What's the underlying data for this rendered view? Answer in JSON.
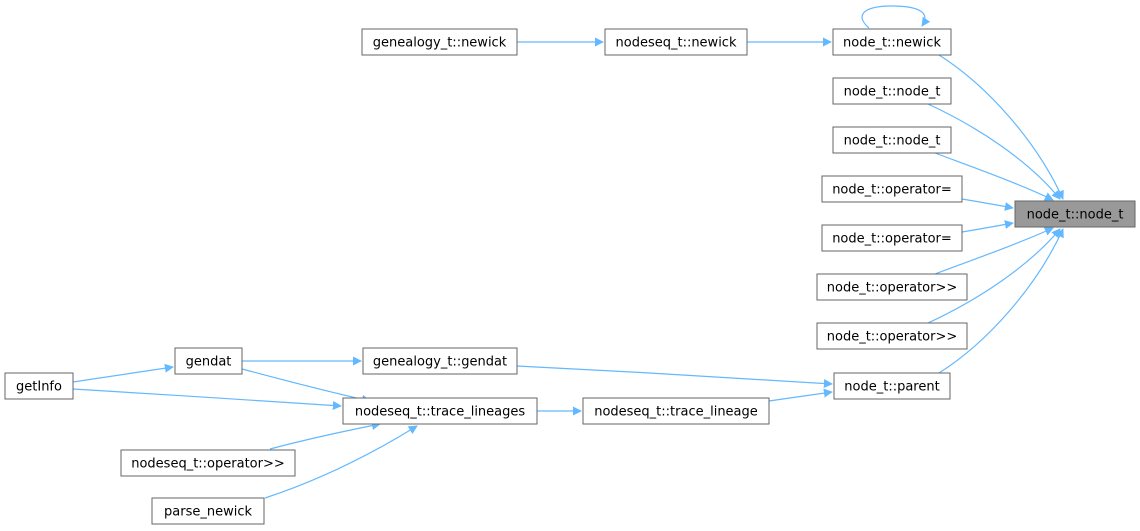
{
  "diagram": {
    "edge_color": "#63b8ff",
    "node_border_color": "#666666",
    "focus_fill_color": "#999999",
    "nodes": [
      {
        "id": "node_t_node_t_focus",
        "label": "node_t::node_t",
        "focus": true
      },
      {
        "id": "node_t_newick",
        "label": "node_t::newick"
      },
      {
        "id": "nodeseq_t_newick",
        "label": "nodeseq_t::newick"
      },
      {
        "id": "genealogy_t_newick",
        "label": "genealogy_t::newick"
      },
      {
        "id": "node_t_node_t_a",
        "label": "node_t::node_t"
      },
      {
        "id": "node_t_node_t_b",
        "label": "node_t::node_t"
      },
      {
        "id": "node_t_operator_eq_a",
        "label": "node_t::operator="
      },
      {
        "id": "node_t_operator_eq_b",
        "label": "node_t::operator="
      },
      {
        "id": "node_t_operator_shr_a",
        "label": "node_t::operator>>"
      },
      {
        "id": "node_t_operator_shr_b",
        "label": "node_t::operator>>"
      },
      {
        "id": "node_t_parent",
        "label": "node_t::parent"
      },
      {
        "id": "genealogy_t_gendat",
        "label": "genealogy_t::gendat"
      },
      {
        "id": "gendat",
        "label": "gendat"
      },
      {
        "id": "getInfo",
        "label": "getInfo"
      },
      {
        "id": "nodeseq_t_trace_lineages",
        "label": "nodeseq_t::trace_lineages"
      },
      {
        "id": "nodeseq_t_trace_lineage",
        "label": "nodeseq_t::trace_lineage"
      },
      {
        "id": "nodeseq_t_operator_shr",
        "label": "nodeseq_t::operator>>"
      },
      {
        "id": "parse_newick",
        "label": "parse_newick"
      }
    ],
    "edges": [
      {
        "from": "node_t_newick",
        "to": "node_t_node_t_focus"
      },
      {
        "from": "node_t_newick",
        "to": "node_t_newick"
      },
      {
        "from": "nodeseq_t_newick",
        "to": "node_t_newick"
      },
      {
        "from": "genealogy_t_newick",
        "to": "nodeseq_t_newick"
      },
      {
        "from": "node_t_node_t_a",
        "to": "node_t_node_t_focus"
      },
      {
        "from": "node_t_node_t_b",
        "to": "node_t_node_t_focus"
      },
      {
        "from": "node_t_operator_eq_a",
        "to": "node_t_node_t_focus"
      },
      {
        "from": "node_t_operator_eq_b",
        "to": "node_t_node_t_focus"
      },
      {
        "from": "node_t_operator_shr_a",
        "to": "node_t_node_t_focus"
      },
      {
        "from": "node_t_operator_shr_b",
        "to": "node_t_node_t_focus"
      },
      {
        "from": "node_t_parent",
        "to": "node_t_node_t_focus"
      },
      {
        "from": "genealogy_t_gendat",
        "to": "node_t_parent"
      },
      {
        "from": "gendat",
        "to": "genealogy_t_gendat"
      },
      {
        "from": "getInfo",
        "to": "gendat"
      },
      {
        "from": "gendat",
        "to": "nodeseq_t_trace_lineages"
      },
      {
        "from": "getInfo",
        "to": "nodeseq_t_trace_lineages"
      },
      {
        "from": "nodeseq_t_operator_shr",
        "to": "nodeseq_t_trace_lineages"
      },
      {
        "from": "parse_newick",
        "to": "nodeseq_t_trace_lineages"
      },
      {
        "from": "nodeseq_t_trace_lineages",
        "to": "nodeseq_t_trace_lineage"
      },
      {
        "from": "nodeseq_t_trace_lineage",
        "to": "node_t_parent"
      }
    ]
  }
}
